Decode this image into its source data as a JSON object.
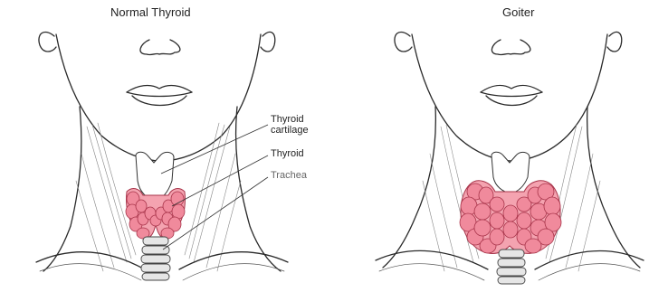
{
  "panels": {
    "normal": {
      "title": "Normal Thyroid",
      "labels": {
        "cartilage_line1": "Thyroid",
        "cartilage_line2": "cartilage",
        "thyroid": "Thyroid",
        "trachea": "Trachea"
      }
    },
    "goiter": {
      "title": "Goiter"
    }
  },
  "colors": {
    "gland_fill": "#f08a9c",
    "gland_outline": "#a8344a",
    "line_art": "#2a2a2a"
  }
}
